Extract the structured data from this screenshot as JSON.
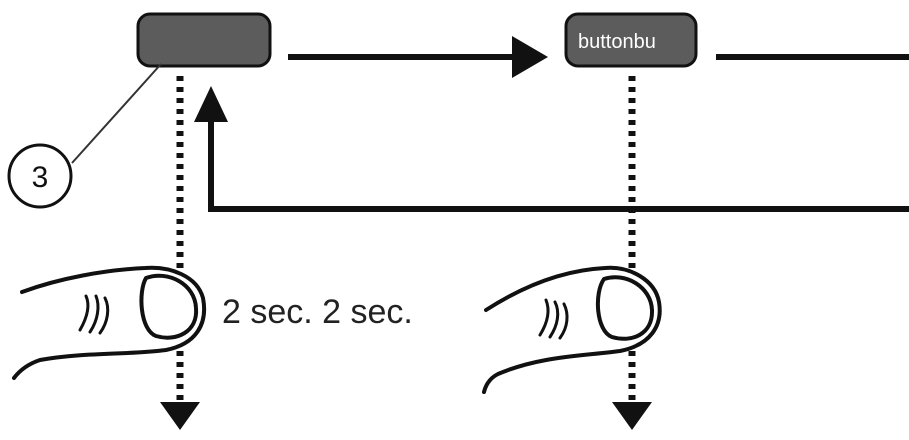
{
  "diagram": {
    "callout_number": "3",
    "button_left_label": "",
    "button_right_label": "buttonbu",
    "duration_text": "2 sec. 2 sec.",
    "colors": {
      "button_fill": "#5c5c5c",
      "stroke": "#111111",
      "background": "#ffffff"
    },
    "icons": [
      "finger-press-icon",
      "finger-press-icon"
    ]
  }
}
